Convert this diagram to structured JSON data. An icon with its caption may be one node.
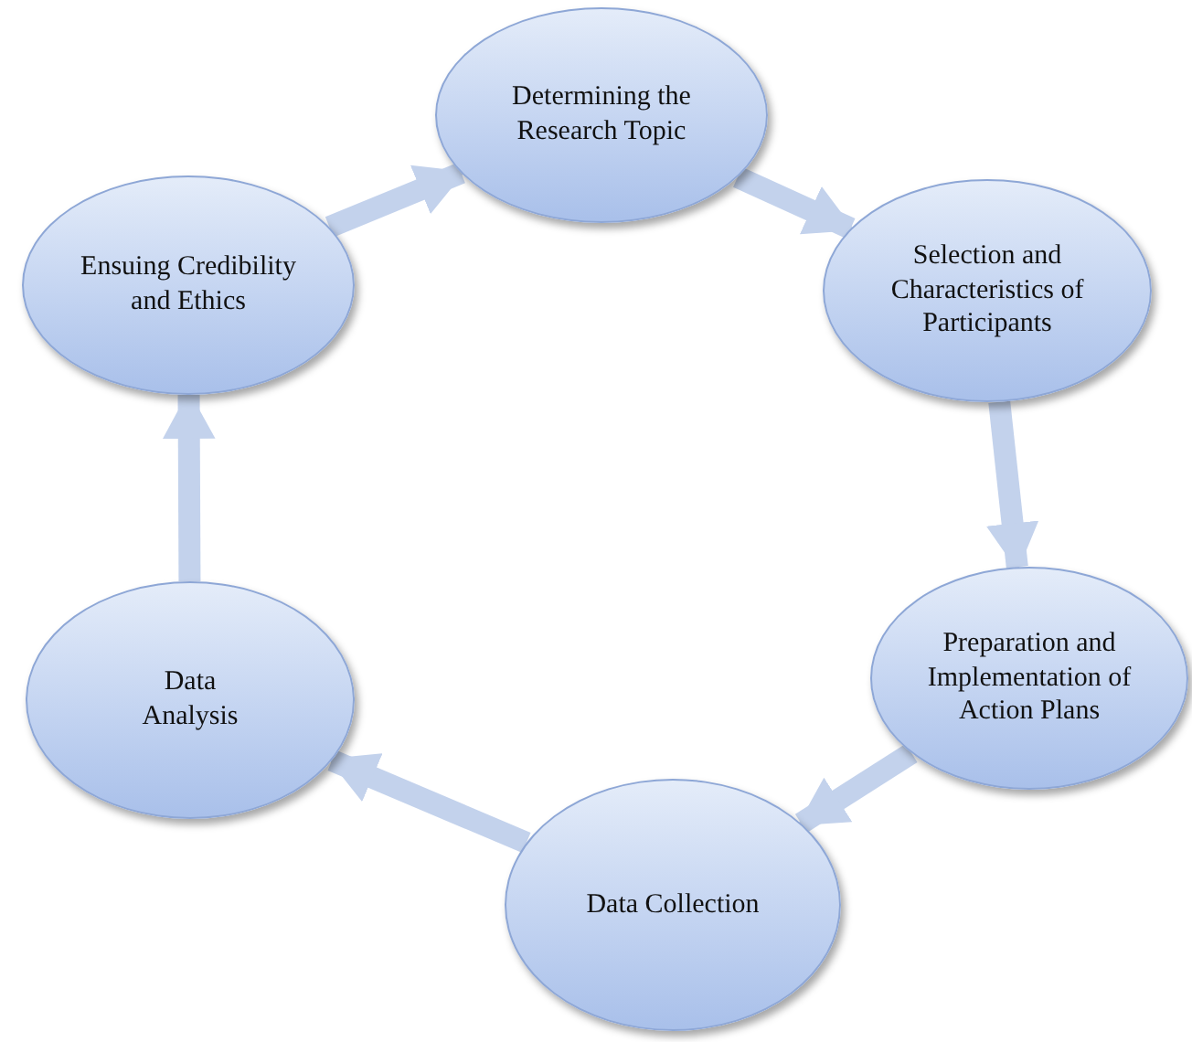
{
  "diagram": {
    "nodes": [
      {
        "text": [
          "Determining the Research Topic"
        ]
      },
      {
        "text": [
          "Selection and Characteristics of Participants"
        ]
      },
      {
        "text": [
          "Preparation and Implementation of Action Plans"
        ]
      },
      {
        "text": [
          "Data Collection"
        ]
      },
      {
        "text": [
          "Data Analysis"
        ]
      },
      {
        "text": [
          "Ensuing Credibility and Ethics"
        ]
      }
    ],
    "edges": [
      {
        "from": 0,
        "to": 1,
        "arrow": "to"
      },
      {
        "from": 1,
        "to": 2,
        "arrow": "to"
      },
      {
        "from": 2,
        "to": 3,
        "arrow": "to"
      },
      {
        "from": 3,
        "to": 4,
        "arrow": "to"
      },
      {
        "from": 4,
        "to": 5,
        "arrow": "to"
      },
      {
        "from": 5,
        "to": 0,
        "arrow": "to"
      }
    ]
  }
}
